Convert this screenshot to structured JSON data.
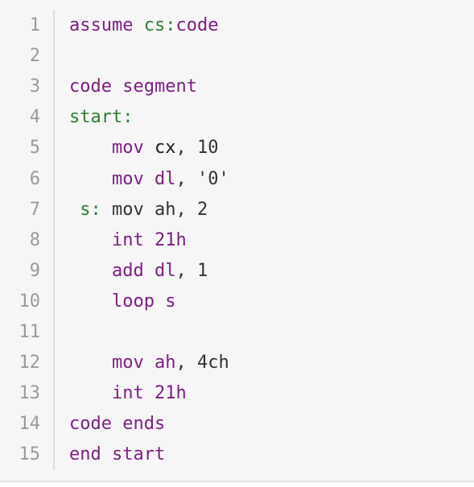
{
  "code_block": {
    "language": "assembly",
    "colors": {
      "background": "#f6f6f6",
      "line_number": "#9a9a9a",
      "keyword": "#7a2082",
      "label": "#2e7d32",
      "plain": "#333333"
    },
    "lines": [
      {
        "number": "1",
        "tokens": [
          {
            "text": "assume ",
            "type": "kw"
          },
          {
            "text": "cs:",
            "type": "label"
          },
          {
            "text": "code",
            "type": "kw"
          }
        ]
      },
      {
        "number": "2",
        "tokens": []
      },
      {
        "number": "3",
        "tokens": [
          {
            "text": "code segment",
            "type": "kw"
          }
        ]
      },
      {
        "number": "4",
        "tokens": [
          {
            "text": "start:",
            "type": "label"
          }
        ]
      },
      {
        "number": "5",
        "tokens": [
          {
            "text": "    ",
            "type": "plain"
          },
          {
            "text": "mov ",
            "type": "kw"
          },
          {
            "text": "cx",
            "type": "reg"
          },
          {
            "text": ", 10",
            "type": "plain"
          }
        ]
      },
      {
        "number": "6",
        "tokens": [
          {
            "text": "    ",
            "type": "plain"
          },
          {
            "text": "mov ",
            "type": "kw"
          },
          {
            "text": "dl",
            "type": "kw"
          },
          {
            "text": ", '0'",
            "type": "str"
          }
        ]
      },
      {
        "number": "7",
        "tokens": [
          {
            "text": " s: ",
            "type": "label"
          },
          {
            "text": "mov ah, 2",
            "type": "plain"
          }
        ]
      },
      {
        "number": "8",
        "tokens": [
          {
            "text": "    ",
            "type": "plain"
          },
          {
            "text": "int 21h",
            "type": "kw"
          }
        ]
      },
      {
        "number": "9",
        "tokens": [
          {
            "text": "    ",
            "type": "plain"
          },
          {
            "text": "add ",
            "type": "kw"
          },
          {
            "text": "dl",
            "type": "kw"
          },
          {
            "text": ", 1",
            "type": "plain"
          }
        ]
      },
      {
        "number": "10",
        "tokens": [
          {
            "text": "    ",
            "type": "plain"
          },
          {
            "text": "loop s",
            "type": "kw"
          }
        ]
      },
      {
        "number": "11",
        "tokens": []
      },
      {
        "number": "12",
        "tokens": [
          {
            "text": "    ",
            "type": "plain"
          },
          {
            "text": "mov ah",
            "type": "kw"
          },
          {
            "text": ", 4ch",
            "type": "plain"
          }
        ]
      },
      {
        "number": "13",
        "tokens": [
          {
            "text": "    ",
            "type": "plain"
          },
          {
            "text": "int 21h",
            "type": "kw"
          }
        ]
      },
      {
        "number": "14",
        "tokens": [
          {
            "text": "code ends",
            "type": "kw"
          }
        ]
      },
      {
        "number": "15",
        "tokens": [
          {
            "text": "end start",
            "type": "kw"
          }
        ]
      }
    ]
  }
}
